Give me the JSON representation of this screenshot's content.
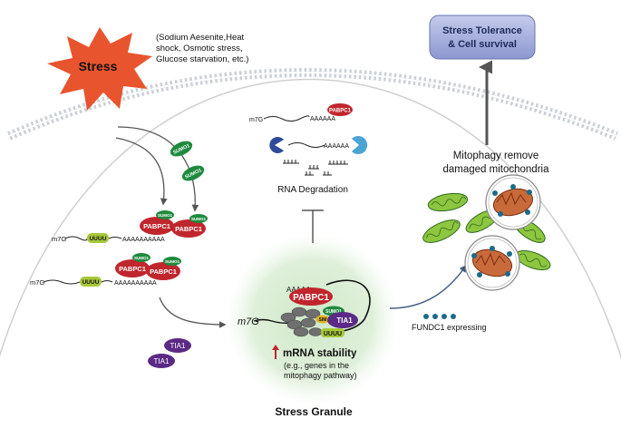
{
  "stress": {
    "label": "Stress",
    "causes": [
      "(Sodium Aesenite,Heat",
      "shock, Osmotic stress,",
      "Glucose starvation, etc.)"
    ]
  },
  "outcome": {
    "line1": "Stress Tolerance",
    "line2": "& Cell survival"
  },
  "mitophagy": {
    "line1": "Mitophagy remove",
    "line2": "damaged mitochondria"
  },
  "rna_degradation": {
    "label": "RNA Degradation",
    "cap": "m7G",
    "polyA": "AAAAAA",
    "pabp": "PABPC1",
    "polyA2": "AAAAAA"
  },
  "mrna_top": {
    "cap": "m7G",
    "uuuu": "UUUU",
    "polyA": "AAAAAAAAAA",
    "pabp": "PABPC1",
    "sumo": "SUMO1"
  },
  "mrna_bottom": {
    "cap": "m7G",
    "uuuu": "UUUU",
    "polyA": "AAAAAAAAAA",
    "pabp": "PABPC1",
    "sumo": "SUMO1"
  },
  "free_sumo": [
    "SUMO1",
    "SUMO1"
  ],
  "free_tia": [
    "TIA1",
    "TIA1"
  ],
  "granule": {
    "title": "Stress Granule",
    "cap": "m7G",
    "polyA": "AAAAA",
    "pabp": "PABPC1",
    "sumo": "SUMO1",
    "sim": "SIM",
    "tia": "TIA1",
    "uuuu": "UUUU",
    "stability": "mRNA stability",
    "note1": "(e.g., genes in the",
    "note2": "mitophagy pathway)"
  },
  "fundc1": "FUNDC1 expressing"
}
